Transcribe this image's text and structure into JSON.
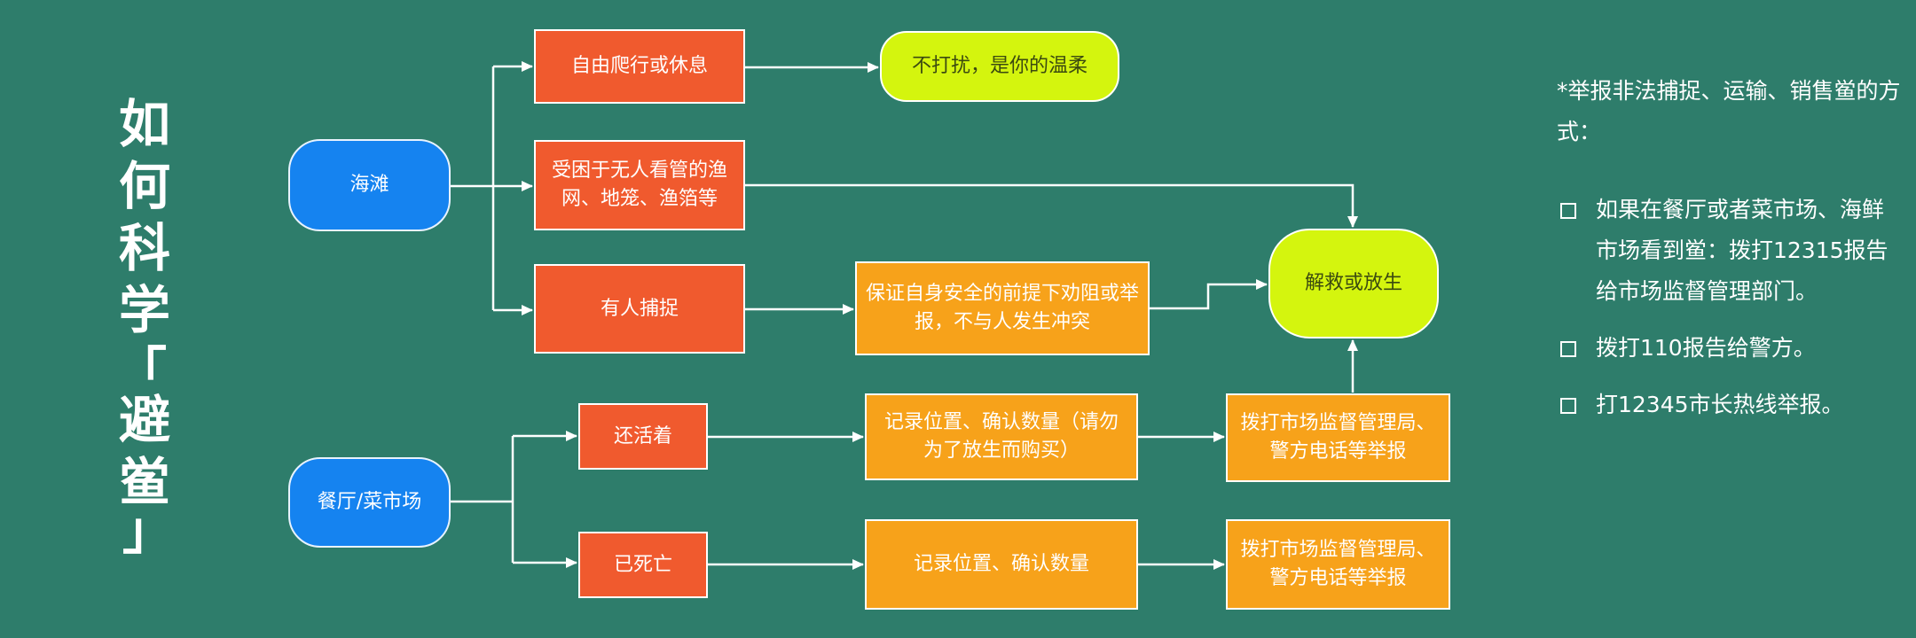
{
  "title_chars": [
    "如",
    "何",
    "科",
    "学"
  ],
  "title_bracket_open": "「",
  "title_bracket_close": "」",
  "title_keyword": [
    "避",
    "鲎"
  ],
  "nodes": {
    "beach": "海滩",
    "restaurant": "餐厅/菜市场",
    "free": "自由爬行或休息",
    "trapped": "受困于无人看管的渔网、地笼、渔箔等",
    "captured": "有人捕捉",
    "alive": "还活着",
    "dead": "已死亡",
    "gentle": "不打扰，是你的温柔",
    "rescue": "解救或放生",
    "persuade": "保证自身安全的前提下劝阻或举报，不与人发生冲突",
    "record_alive": "记录位置、确认数量（请勿为了放生而购买）",
    "record_dead": "记录位置、确认数量",
    "call_alive": "拨打市场监督管理局、警方电话等举报",
    "call_dead": "拨打市场监督管理局、警方电话等举报"
  },
  "side": {
    "header": "*举报非法捕捉、运输、销售鲎的方式：",
    "items": [
      "如果在餐厅或者菜市场、海鲜市场看到鲎：拨打12315报告给市场监督管理部门。",
      "拨打110报告给警方。",
      "打12345市长热线举报。"
    ]
  },
  "colors": {
    "background": "#2e7d6b",
    "blue": "#1583f0",
    "red": "#f05a2e",
    "orange": "#f7a21a",
    "lime": "#d4f50e"
  }
}
